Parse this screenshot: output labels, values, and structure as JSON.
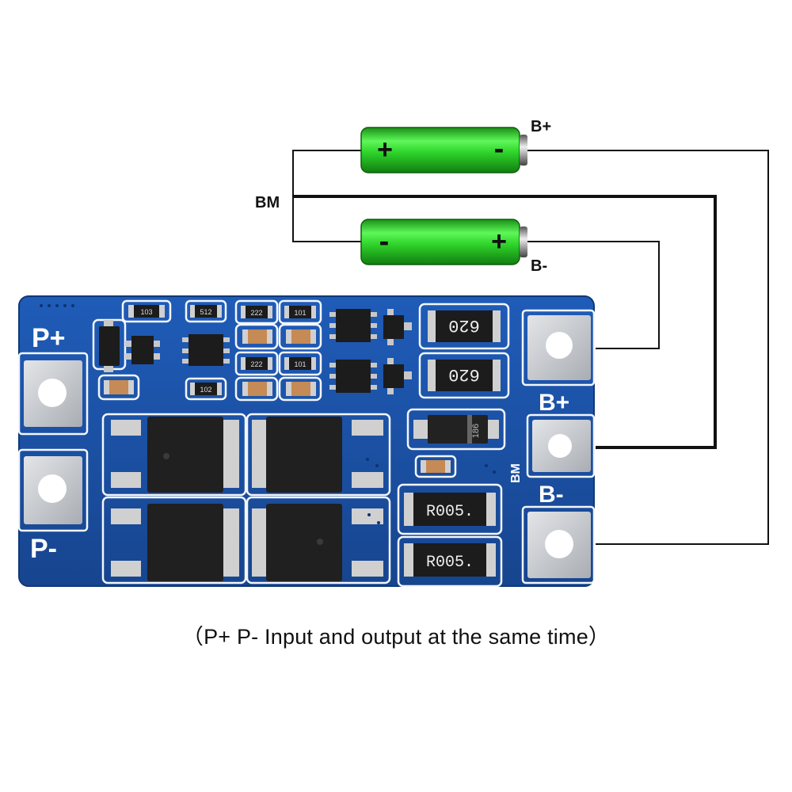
{
  "diagram": {
    "batteries": [
      {
        "id": "battery-top",
        "left_symbol": "+",
        "right_symbol": "-"
      },
      {
        "id": "battery-bottom",
        "left_symbol": "-",
        "right_symbol": "+"
      }
    ],
    "wire_labels": {
      "b_plus": "B+",
      "bm": "BM",
      "b_minus": "B-"
    },
    "board": {
      "pad_labels": {
        "p_plus": "P+",
        "p_minus": "P-",
        "b_plus": "B+",
        "b_minus": "B-",
        "bm": "BM"
      },
      "component_markings": {
        "shunt_1": "620",
        "shunt_2": "620",
        "sense_1": "R005.",
        "sense_2": "R005.",
        "diode": "186",
        "res_1": "103",
        "res_2": "512",
        "res_3": "222",
        "res_4": "101",
        "res_5": "222",
        "res_6": "101",
        "res_7": "102"
      }
    },
    "colors": {
      "pcb": "#1a4fa3",
      "silkscreen": "#ffffff",
      "battery": "#2fd42b",
      "wire": "#111111",
      "pad": "#c9ccd1"
    }
  },
  "caption": "（P+ P- Input and output at the same time）"
}
